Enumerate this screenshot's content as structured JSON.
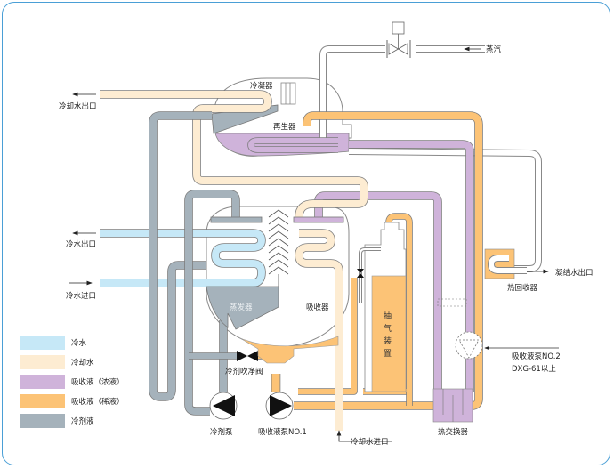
{
  "title": "吸收式制冷机流程图",
  "colors": {
    "chilled_water": "#c6e8f7",
    "cooling_water": "#fdecd2",
    "strong_solution": "#cfb3da",
    "weak_solution": "#fcc376",
    "refrigerant": "#a5b2bb",
    "steam": "#ffffff",
    "frame": "#4a9fd6",
    "outline": "#7a7a7a"
  },
  "labels": {
    "steam": "蒸汽",
    "cooling_water_outlet": "冷却水出口",
    "condenser": "冷凝器",
    "generator": "再生器",
    "chilled_water_outlet": "冷水出口",
    "chilled_water_inlet": "冷水进口",
    "evaporator": "蒸发器",
    "absorber": "吸收器",
    "purge_unit": [
      "抽",
      "气",
      "装",
      "置"
    ],
    "refrigerant_purge_valve": "冷剂吹净阀",
    "refrigerant_pump": "冷剂泵",
    "solution_pump_1": "吸收液泵NO.1",
    "cooling_water_inlet": "冷却水进口",
    "heat_exchanger": "热交换器",
    "heat_recovery": "热回收器",
    "condensate_outlet": "凝结水出口",
    "solution_pump_2_line1": "吸收液泵NO.2",
    "solution_pump_2_line2": "DXG-61以上"
  },
  "legend": [
    {
      "label": "冷水",
      "color": "#c6e8f7"
    },
    {
      "label": "冷却水",
      "color": "#fdecd2"
    },
    {
      "label": "吸收液（浓液）",
      "color": "#cfb3da"
    },
    {
      "label": "吸收液（稀液）",
      "color": "#fcc376"
    },
    {
      "label": "冷剂液",
      "color": "#a5b2bb"
    }
  ]
}
